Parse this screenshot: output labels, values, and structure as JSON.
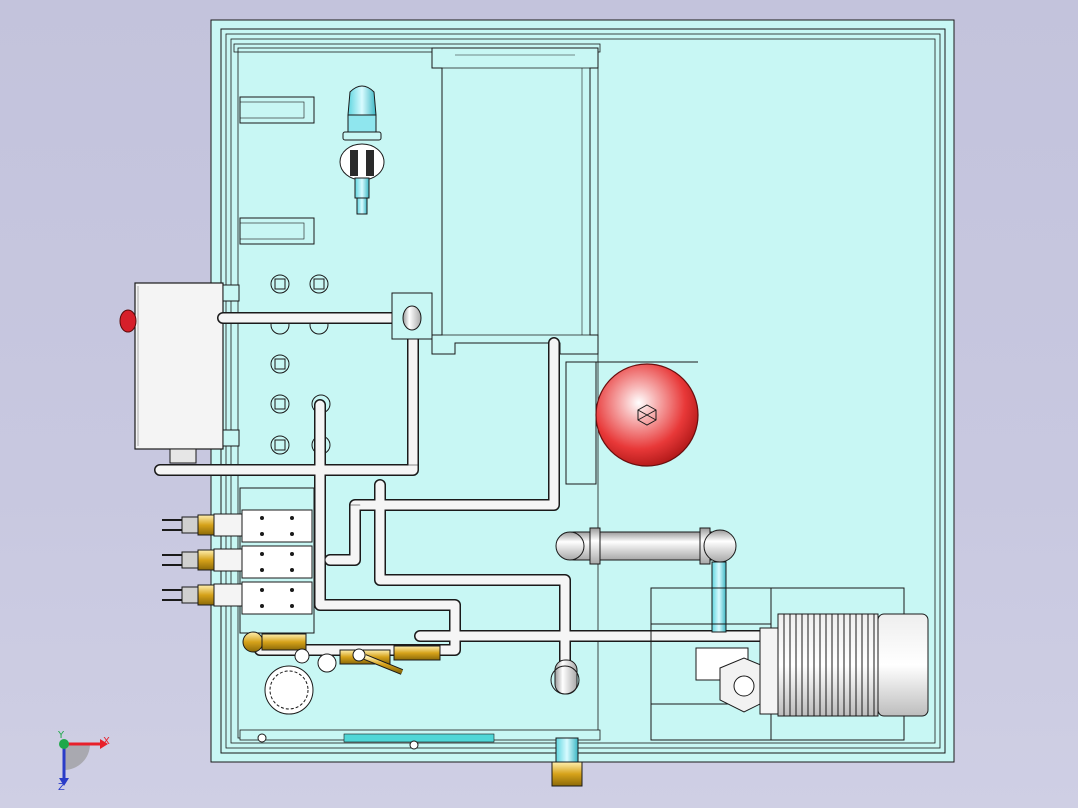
{
  "viewport": {
    "background": "#c6c6df",
    "triad": {
      "x_label": "X",
      "y_label": "Y",
      "z_label": "Z",
      "x_color": "#e8202a",
      "y_color": "#1fa84a",
      "z_color": "#2a3cc8"
    }
  },
  "model": {
    "cabinet_color": "#c8f7f4",
    "line_color": "#1a1a1a",
    "pipe_color": "#f2f2f2",
    "accumulator_color": "#e83838",
    "fitting_color": "#d6a21a",
    "motor_color": "#dcdcdc",
    "indicator_color": "#d61f2a"
  }
}
